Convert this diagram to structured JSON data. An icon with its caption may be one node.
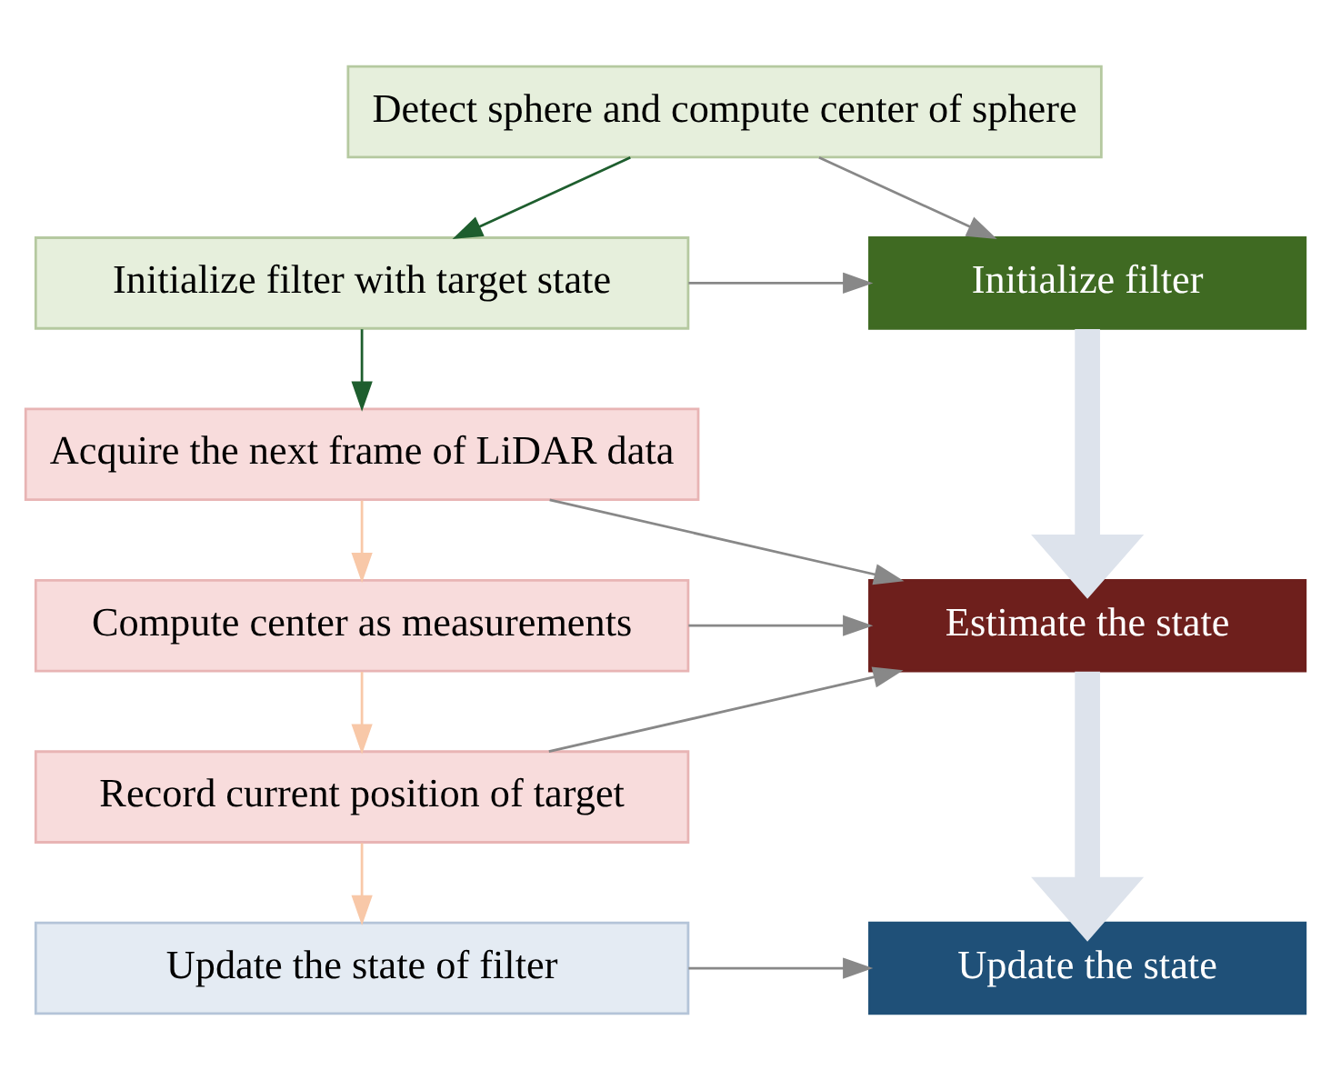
{
  "diagram": {
    "nodes": [
      {
        "text": [
          "Detect sphere and compute center of sphere"
        ]
      },
      {
        "text": [
          "Initialize filter with target state"
        ]
      },
      {
        "text": [
          "Acquire the next frame of LiDAR data"
        ]
      },
      {
        "text": [
          "Compute center as measurements"
        ]
      },
      {
        "text": [
          "Record current position of target"
        ]
      },
      {
        "text": [
          "Update the state of filter"
        ]
      },
      {
        "text": [
          "Initialize filter"
        ]
      },
      {
        "text": [
          "Estimate the state"
        ]
      },
      {
        "text": [
          "Update the state"
        ]
      }
    ],
    "edges": [
      {
        "from": 0,
        "to": 1,
        "arrow": "to",
        "color": "#1e5e2e"
      },
      {
        "from": 1,
        "to": 2,
        "arrow": "to",
        "color": "#1e5e2e"
      },
      {
        "from": 2,
        "to": 3,
        "arrow": "to",
        "color": "#f8c8a8"
      },
      {
        "from": 3,
        "to": 4,
        "arrow": "to",
        "color": "#f8c8a8"
      },
      {
        "from": 4,
        "to": 5,
        "arrow": "to",
        "color": "#f8c8a8"
      },
      {
        "from": 0,
        "to": 6,
        "arrow": "to"
      },
      {
        "from": 1,
        "to": 6,
        "arrow": "to"
      },
      {
        "from": 2,
        "to": 7,
        "arrow": "to"
      },
      {
        "from": 3,
        "to": 7,
        "arrow": "to"
      },
      {
        "from": 4,
        "to": 7,
        "arrow": "to"
      },
      {
        "from": 5,
        "to": 8,
        "arrow": "to"
      },
      {
        "from": 6,
        "to": 7,
        "arrow": "to",
        "style": "thick",
        "color": "#dde3ec"
      },
      {
        "from": 7,
        "to": 8,
        "arrow": "to",
        "style": "thick",
        "color": "#dde3ec"
      }
    ]
  }
}
